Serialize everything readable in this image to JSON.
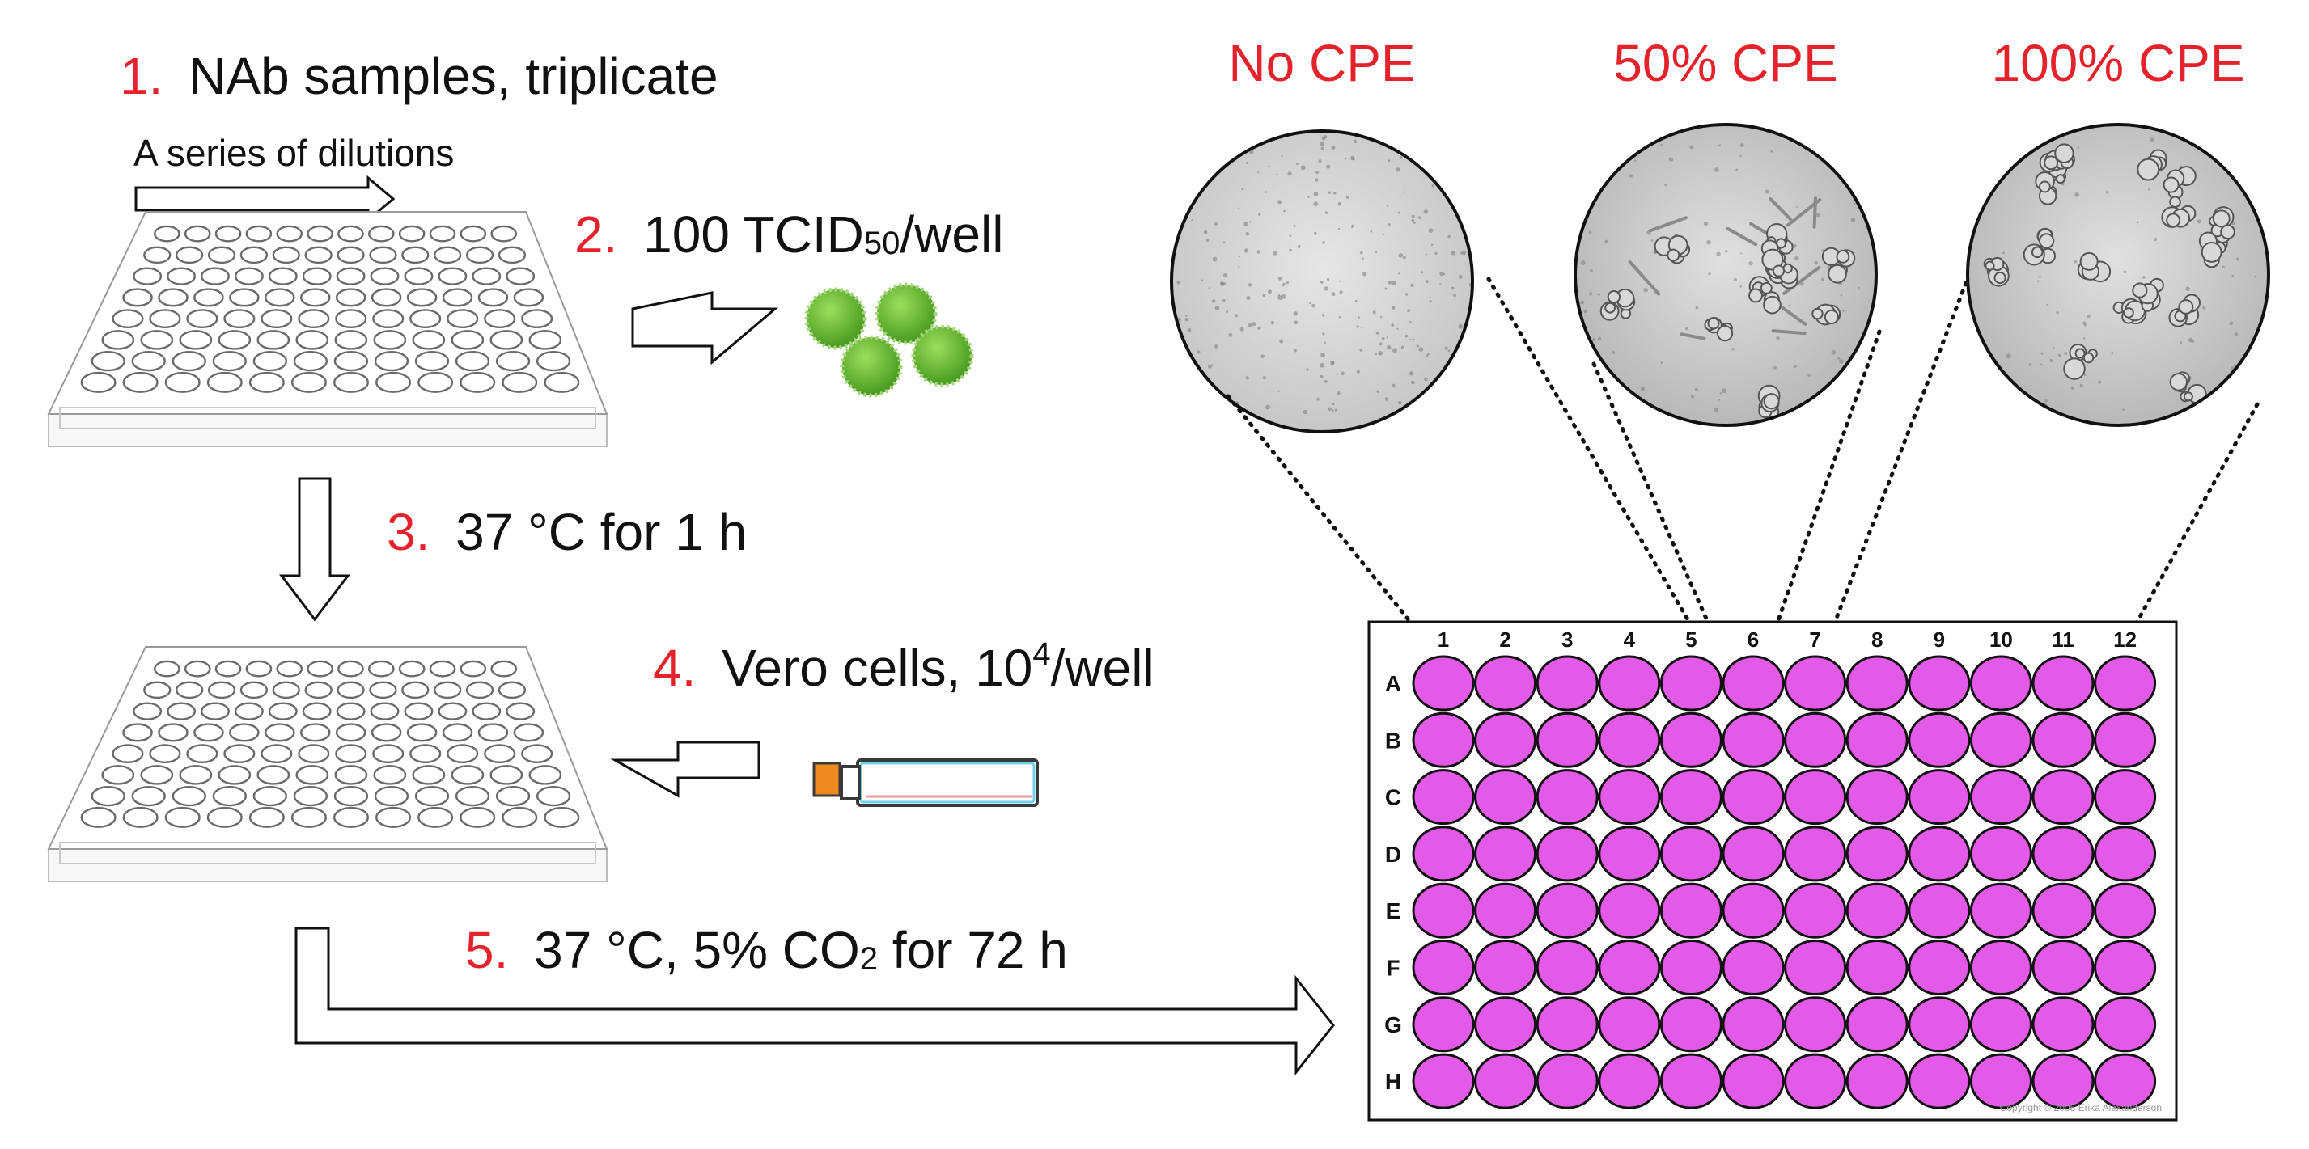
{
  "steps": [
    {
      "number": "1.",
      "text": "NAb samples, triplicate"
    },
    {
      "number": "2.",
      "text_prefix": "100 TCID",
      "text_sub": "50",
      "text_suffix": "/well"
    },
    {
      "number": "3.",
      "text": "37 °C for 1 h"
    },
    {
      "number": "4.",
      "text_prefix": "Vero cells, 10",
      "text_sup": "4",
      "text_suffix": "/well"
    },
    {
      "number": "5.",
      "text_prefix": "37 °C, 5% CO",
      "text_sub": "2",
      "text_suffix": " for 72 h"
    }
  ],
  "dilution_label": "A series of dilutions",
  "cpe_labels": [
    "No CPE",
    "50% CPE",
    "100% CPE"
  ],
  "plate_columns": [
    "1",
    "2",
    "3",
    "4",
    "5",
    "6",
    "7",
    "8",
    "9",
    "10",
    "11",
    "12"
  ],
  "plate_rows": [
    "A",
    "B",
    "C",
    "D",
    "E",
    "F",
    "G",
    "H"
  ],
  "copyright": "Copyright © 2005 Erika Alexanderson",
  "colors": {
    "accent_red": "#e3222b",
    "well_magenta": "#e45ae8",
    "virus_green": "#6cbf3a",
    "micro_gray": "#c8c8c8"
  }
}
